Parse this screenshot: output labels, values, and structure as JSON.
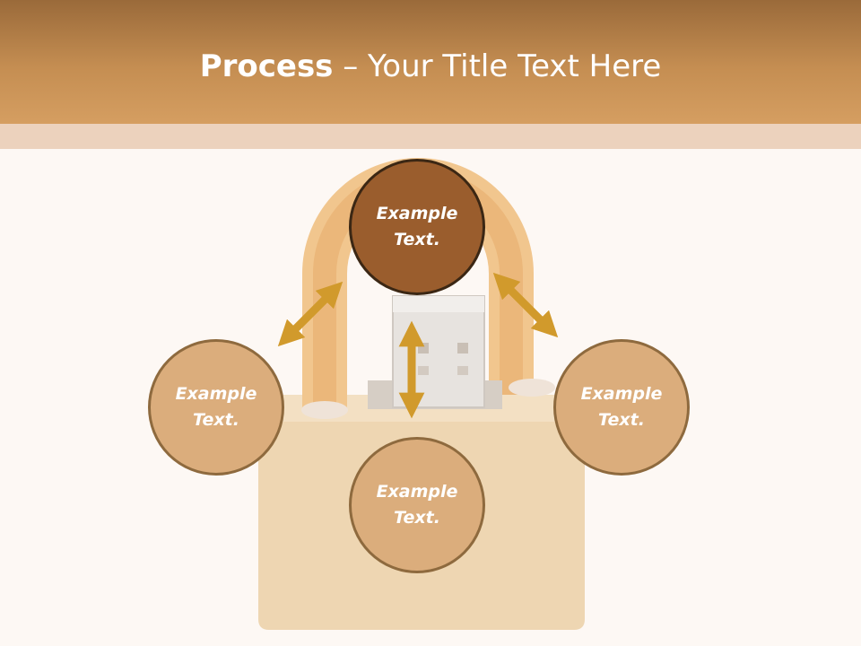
{
  "slide": {
    "title_bold": "Process",
    "title_rest": " – Your Title Text Here"
  },
  "nodes": {
    "top": {
      "line1": "Example",
      "line2": "Text."
    },
    "left": {
      "line1": "Example",
      "line2": "Text."
    },
    "right": {
      "line1": "Example",
      "line2": "Text."
    },
    "bottom": {
      "line1": "Example",
      "line2": "Text."
    }
  },
  "colors": {
    "header": "#c58e52",
    "node_fill": "#dbad7c",
    "node_fill_active": "#9a5d2d",
    "arrow": "#d19a2c"
  },
  "background_image": "padlock-with-usb-icon"
}
